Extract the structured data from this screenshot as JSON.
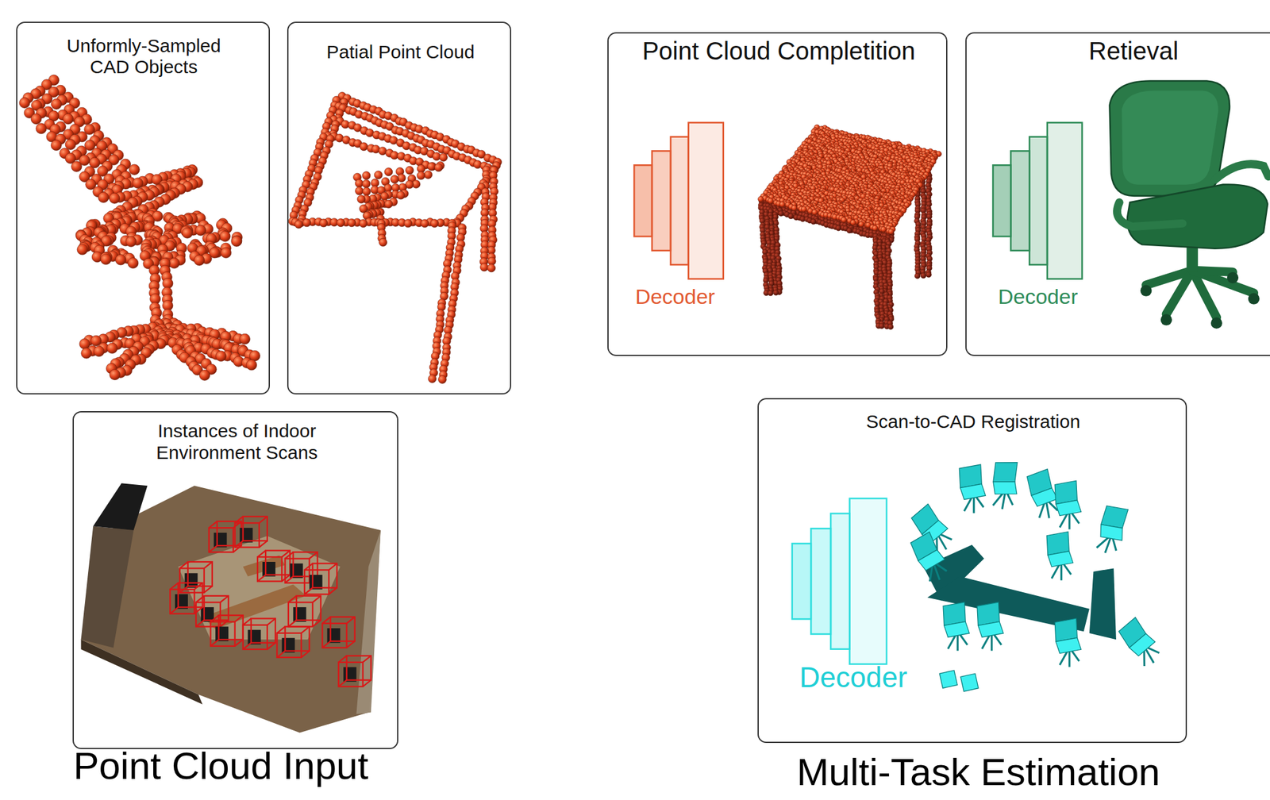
{
  "diagram": {
    "nodes": [
      {
        "text": [
          "Unformly-Sampled CAD Objects"
        ]
      },
      {
        "text": [
          "Patial Point Cloud"
        ]
      },
      {
        "text": [
          "Point Cloud Completition",
          "Decoder"
        ]
      },
      {
        "text": [
          "Retieval",
          "Decoder"
        ]
      },
      {
        "text": [
          "Instances of Indoor Environment Scans"
        ]
      },
      {
        "text": [
          "Scan-to-CAD Registration",
          "Decoder"
        ]
      }
    ],
    "labels": [
      "Point Cloud Input",
      "Multi-Task Estimation"
    ]
  }
}
